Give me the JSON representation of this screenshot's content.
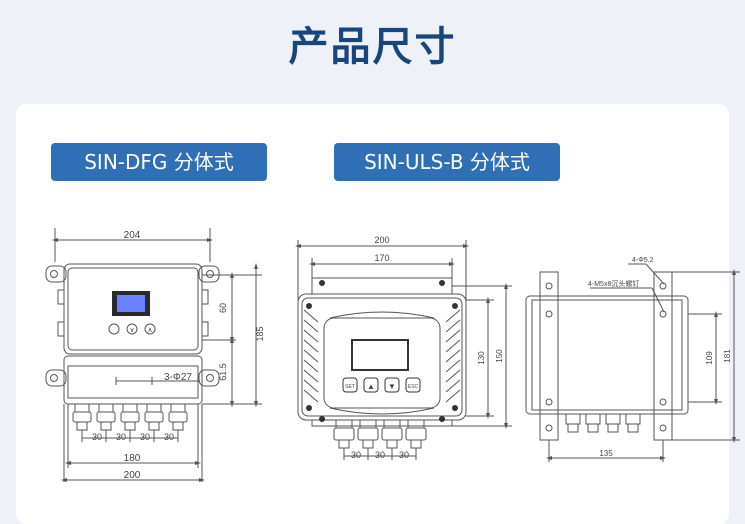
{
  "header": {
    "title": "产品尺寸"
  },
  "models": [
    {
      "label": "SIN-DFG 分体式"
    },
    {
      "label": "SIN-ULS-B 分体式"
    }
  ],
  "dfg": {
    "w_total": "204",
    "h_upper": "60",
    "h_lower": "61.5",
    "h_total": "185",
    "hole_note": "3-Φ27",
    "spacing": [
      "30",
      "30",
      "30",
      "30"
    ],
    "w_inner": "180",
    "w_outer": "200"
  },
  "uls": {
    "w_total": "200",
    "w_mount": "170",
    "h_inner": "130",
    "h_outer": "150",
    "spacing": [
      "30",
      "30",
      "30"
    ],
    "buttons": [
      "SET",
      "▲",
      "▼",
      "ESC"
    ]
  },
  "side": {
    "hole_note": "4-Φ5.2",
    "screw_note": "4-M5x8沉头螺钉",
    "h_inner": "109",
    "h_outer": "181",
    "w_base": "135"
  }
}
